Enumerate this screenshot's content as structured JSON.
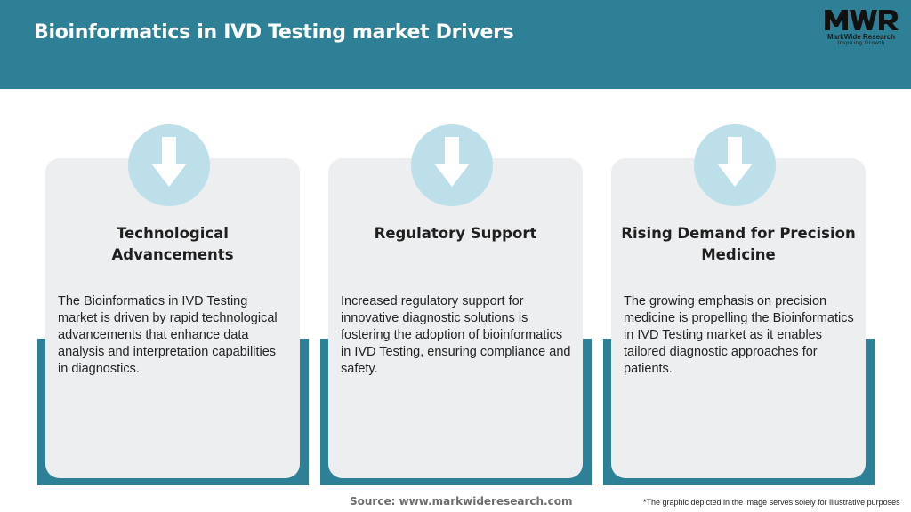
{
  "header": {
    "title": "Bioinformatics in IVD Testing market Drivers",
    "brand_color": "#2e8096"
  },
  "logo": {
    "mark": "MWR",
    "name": "MarkWide Research",
    "tagline": "Inspiring Growth"
  },
  "cards": [
    {
      "icon": "down-arrow-icon",
      "title": "Technological Advancements",
      "body": "The Bioinformatics in IVD Testing market is driven by rapid technological advancements that enhance data analysis and interpretation capabilities in diagnostics."
    },
    {
      "icon": "down-arrow-icon",
      "title": "Regulatory Support",
      "body": "Increased regulatory support for innovative diagnostic solutions is fostering the adoption of bioinformatics in IVD Testing, ensuring compliance and safety."
    },
    {
      "icon": "down-arrow-icon",
      "title": "Rising Demand for Precision Medicine",
      "body": "The growing emphasis on precision medicine is propelling the Bioinformatics in IVD Testing market as it enables tailored diagnostic approaches for patients."
    }
  ],
  "footer": {
    "source": "Source: www.markwideresearch.com",
    "disclaimer": "*The graphic depicted in the image serves solely for illustrative purposes"
  }
}
